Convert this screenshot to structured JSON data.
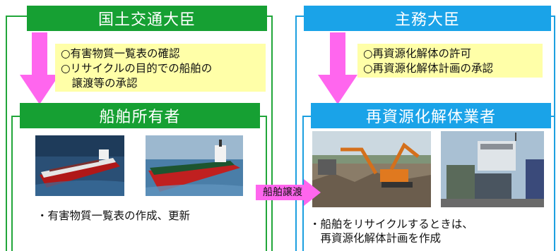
{
  "left": {
    "top_header": "国土交通大臣",
    "authority_items": [
      "○有害物質一覧表の確認",
      "○リサイクルの目的での船舶の",
      "　譲渡等の承認"
    ],
    "owner_header": "船舶所有者",
    "owner_bullet": "・有害物質一覧表の作成、更新"
  },
  "right": {
    "top_header": "主務大臣",
    "authority_items": [
      "○再資源化解体の許可",
      "○再資源化解体計画の承認"
    ],
    "recycler_header": "再資源化解体業者",
    "recycler_bullet_line1": "・船舶をリサイクルするときは、",
    "recycler_bullet_line2": "　再資源化解体計画を作成"
  },
  "transfer_label": "船舶譲渡",
  "colors": {
    "green": "#16a033",
    "blue": "#1aa3e8",
    "pink": "#ff66ee",
    "note": "#ffffa8"
  }
}
